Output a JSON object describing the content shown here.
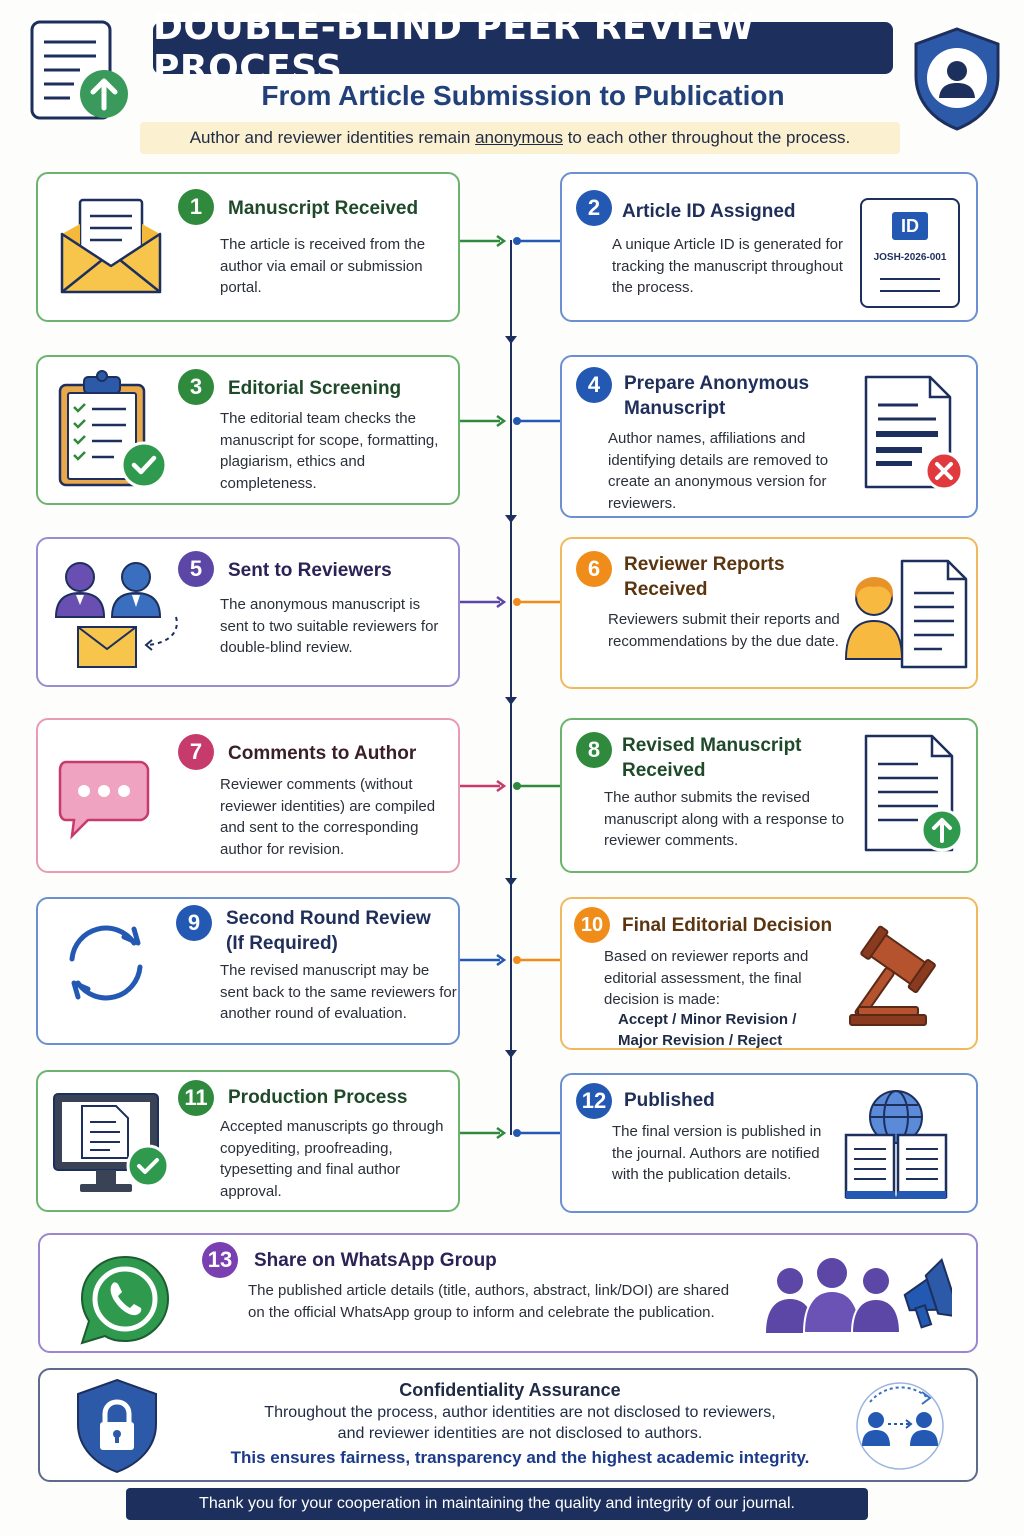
{
  "header": {
    "title": "DOUBLE-BLIND PEER REVIEW PROCESS",
    "subtitle": "From Article Submission to Publication",
    "note_before": "Author and reviewer identities remain ",
    "note_emph": "anonymous",
    "note_after": " to each other throughout the process."
  },
  "steps": [
    {
      "n": "1",
      "title": "Manuscript Received",
      "desc": "The article is received from the author via email or submission portal."
    },
    {
      "n": "2",
      "title": "Article ID Assigned",
      "desc": "A unique Article ID is generated for tracking the manuscript throughout the process.",
      "id_badge": "ID",
      "id_code": "JOSH-2026-001"
    },
    {
      "n": "3",
      "title": "Editorial Screening",
      "desc": "The editorial team checks the manuscript for scope, formatting, plagiarism, ethics and completeness."
    },
    {
      "n": "4",
      "title": "Prepare Anonymous Manuscript",
      "desc": "Author names, affiliations and identifying details are removed to create an anonymous version for reviewers."
    },
    {
      "n": "5",
      "title": "Sent to Reviewers",
      "desc": "The anonymous manuscript is sent to two suitable reviewers for double-blind review."
    },
    {
      "n": "6",
      "title": "Reviewer Reports Received",
      "desc": "Reviewers submit their reports and recommendations by the due date."
    },
    {
      "n": "7",
      "title": "Comments to Author",
      "desc": "Reviewer comments (without reviewer identities) are compiled and sent to the corresponding author for revision."
    },
    {
      "n": "8",
      "title": "Revised Manuscript Received",
      "desc": "The author submits the revised manuscript along with a response to reviewer comments."
    },
    {
      "n": "9",
      "title": "Second Round Review (If Required)",
      "desc": "The revised manuscript may be sent back to the same reviewers for another round of evaluation."
    },
    {
      "n": "10",
      "title": "Final Editorial Decision",
      "desc": "Based on reviewer reports and editorial assessment, the final decision is made:",
      "options1": "Accept / Minor Revision /",
      "options2": "Major Revision / Reject"
    },
    {
      "n": "11",
      "title": "Production Process",
      "desc": "Accepted manuscripts go through copyediting, proofreading, typesetting and final author approval."
    },
    {
      "n": "12",
      "title": "Published",
      "desc": "The final version is published in the journal. Authors are notified with the publication details."
    },
    {
      "n": "13",
      "title": "Share on WhatsApp Group",
      "desc": "The published article details (title, authors, abstract, link/DOI) are shared on the official WhatsApp group to inform and celebrate the publication."
    }
  ],
  "confidentiality": {
    "title": "Confidentiality Assurance",
    "line1": "Throughout the process, author identities are not disclosed to reviewers,",
    "line2": "and reviewer identities are not disclosed to authors.",
    "line3": "This ensures fairness, transparency and the highest academic integrity."
  },
  "footer": "Thank you for your cooperation in maintaining the quality and integrity of our journal.",
  "colors": {
    "navy": "#1d2f5c",
    "green": "#2f8a3e",
    "blue": "#2459b3",
    "purple": "#5c46a6",
    "orange": "#ef8c1a",
    "pink": "#c63a6c"
  }
}
